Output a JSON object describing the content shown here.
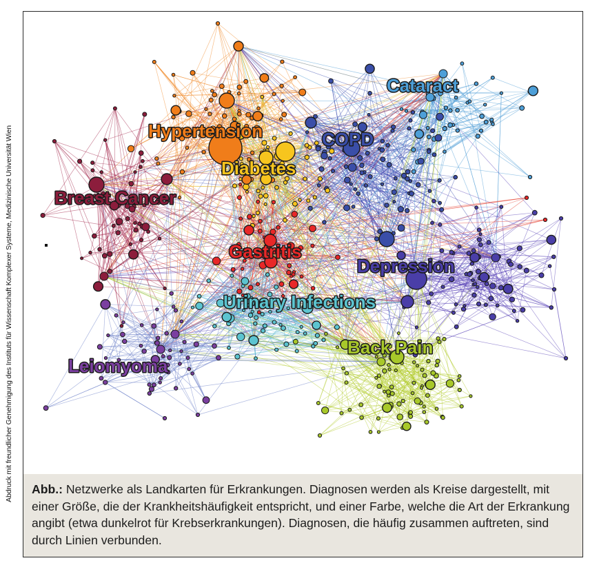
{
  "credit": "Abdruck mit freundlicher Genehmigung des Instituts für Wissenschaft Komplexer Systeme, Medizinische Universität Wien",
  "caption": {
    "lead": "Abb.:",
    "text": " Netzwerke als Landkarten für Erkrankungen. Diagnosen werden als Kreise dargestellt, mit einer Größe, die der Krankheitshäufigkeit entspricht, und einer Farbe, welche die Art der Erkrankung angibt (etwa dunkelrot für Krebserkrankungen). Diagnosen, die häufig zusammen auftreten, sind durch Linien verbunden."
  },
  "clusters": [
    {
      "id": "hypertension",
      "label": "Hypertension",
      "color": "#f07d1a",
      "edge": "#f08a2a"
    },
    {
      "id": "diabetes",
      "label": "Diabetes",
      "color": "#f7c51e",
      "edge": "#e8b820"
    },
    {
      "id": "copd",
      "label": "COPD",
      "color": "#3a4ea8",
      "edge": "#3b4fb0"
    },
    {
      "id": "cataract",
      "label": "Cataract",
      "color": "#4d9fd8",
      "edge": "#4a9ad6"
    },
    {
      "id": "breast",
      "label": "Breast Cancer",
      "color": "#8c1d3c",
      "edge": "#a3274a"
    },
    {
      "id": "gastritis",
      "label": "Gastritis",
      "color": "#e82828",
      "edge": "#e43a2a"
    },
    {
      "id": "depression",
      "label": "Depression",
      "color": "#4a3ea8",
      "edge": "#5b46b8"
    },
    {
      "id": "urinary",
      "label": "Urinary Infections",
      "color": "#5cc4d0",
      "edge": "#5ab8cf"
    },
    {
      "id": "back",
      "label": "Back Pain",
      "color": "#a8c82a",
      "edge": "#b2cc2e"
    },
    {
      "id": "leio",
      "label": "Leiomyoma",
      "color": "#7b3fa0",
      "edge": "#6b7fc8"
    }
  ]
}
